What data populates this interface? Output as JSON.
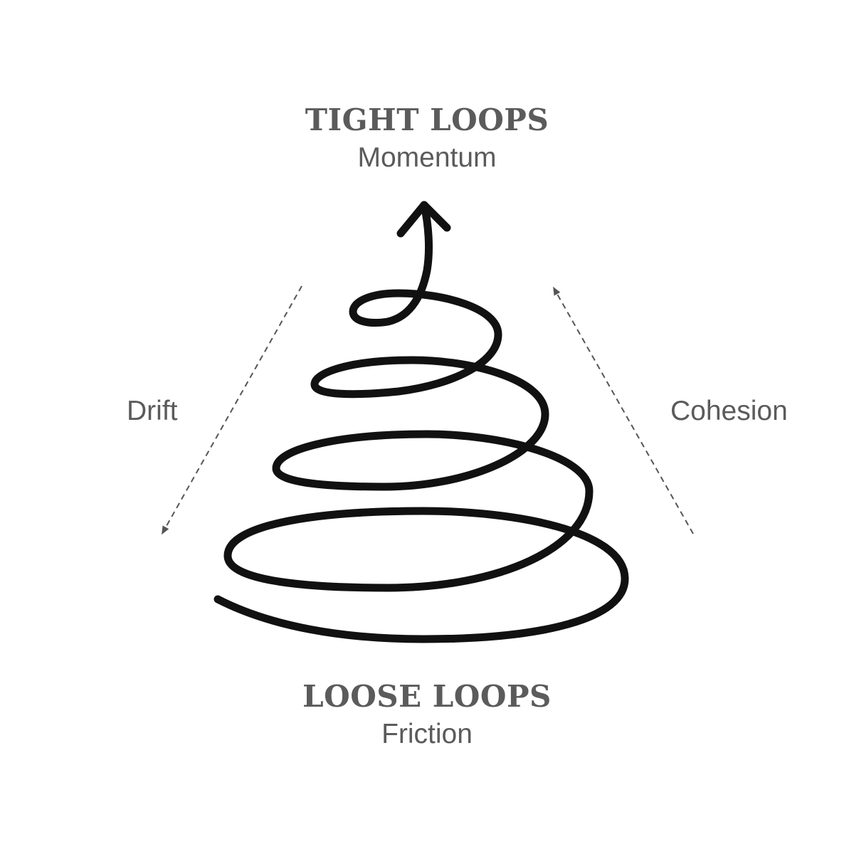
{
  "top": {
    "title": "TIGHT LOOPS",
    "subtitle": "Momentum"
  },
  "bottom": {
    "title": "LOOSE LOOPS",
    "subtitle": "Friction"
  },
  "left": {
    "label": "Drift"
  },
  "right": {
    "label": "Cohesion"
  },
  "colors": {
    "text": "#5b5b5b",
    "spiral": "#111111",
    "dashed_arrow": "#555555",
    "background": "#ffffff"
  }
}
